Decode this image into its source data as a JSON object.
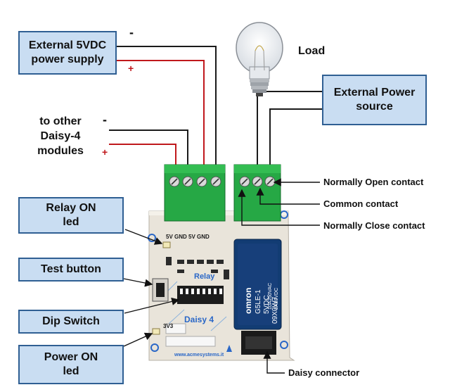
{
  "labels": {
    "ext_supply": "External 5VDC\npower supply",
    "ext_power": "External Power\nsource",
    "load": "Load",
    "other_modules": "to other\nDaisy-4\nmodules",
    "relay_led": "Relay ON\nled",
    "test_button": "Test button",
    "dip_switch": "Dip Switch",
    "power_led": "Power ON\nled",
    "no_contact": "Normally Open contact",
    "common_contact": "Common contact",
    "nc_contact": "Normally Close contact",
    "daisy_connector": "Daisy connector"
  },
  "signs": {
    "minus": "-",
    "plus": "+"
  },
  "board": {
    "pin_labels": "5V GND 5V GND",
    "relay_title": "Relay",
    "product": "Daisy 4",
    "url": "www.acmesystems.it",
    "v3": "3V3",
    "relay_text": [
      "omron",
      "G5LE-1",
      "5VDC"
    ],
    "relay_rating": [
      "10A250VAC",
      "5A30VDC"
    ],
    "relay_code": "09X0W7"
  },
  "colors": {
    "box_fill": "#c9ddf2",
    "box_border": "#2f5f93",
    "wire_red": "#c0181c",
    "wire_black": "#1a1a1a",
    "terminal_green": "#26a845",
    "pcb": "#e9e4da",
    "relay_blue": "#123c73"
  }
}
